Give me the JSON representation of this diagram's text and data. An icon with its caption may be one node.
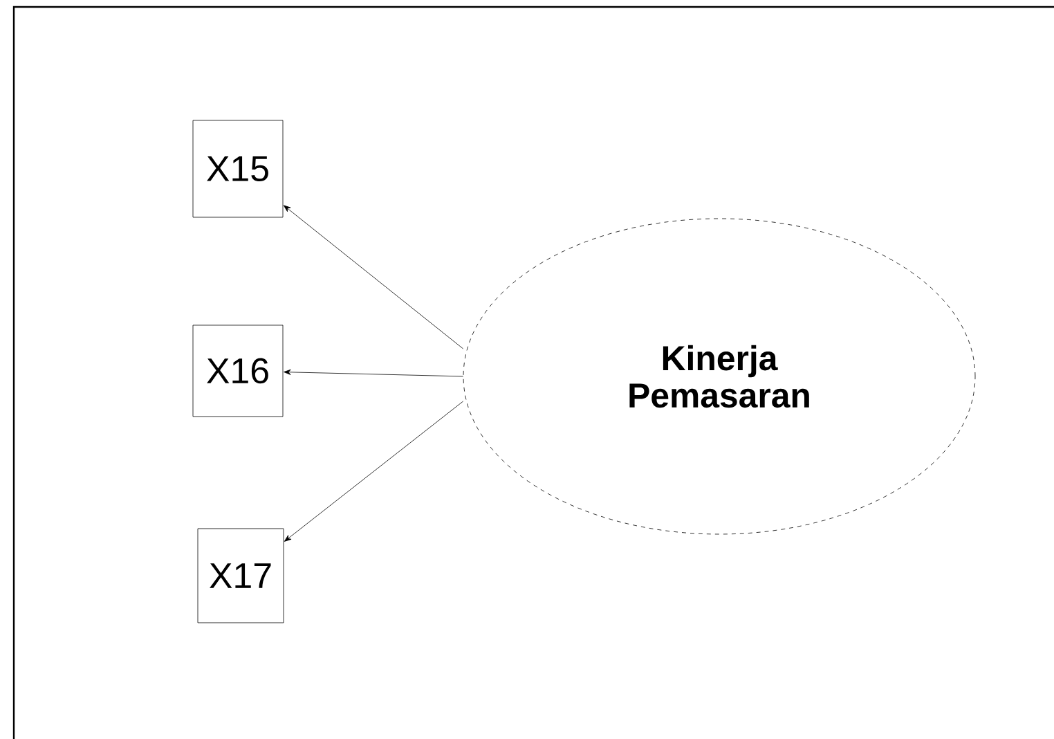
{
  "diagram": {
    "nodes": [
      {
        "text": [
          "X15"
        ]
      },
      {
        "text": [
          "X16"
        ]
      },
      {
        "text": [
          "X17"
        ]
      },
      {
        "text": [
          "Kinerja Pemasaran"
        ]
      }
    ],
    "edges": [
      {
        "from": 3,
        "to": 0,
        "arrow": "to"
      },
      {
        "from": 3,
        "to": 1,
        "arrow": "to"
      },
      {
        "from": 3,
        "to": 2,
        "arrow": "to"
      }
    ]
  }
}
